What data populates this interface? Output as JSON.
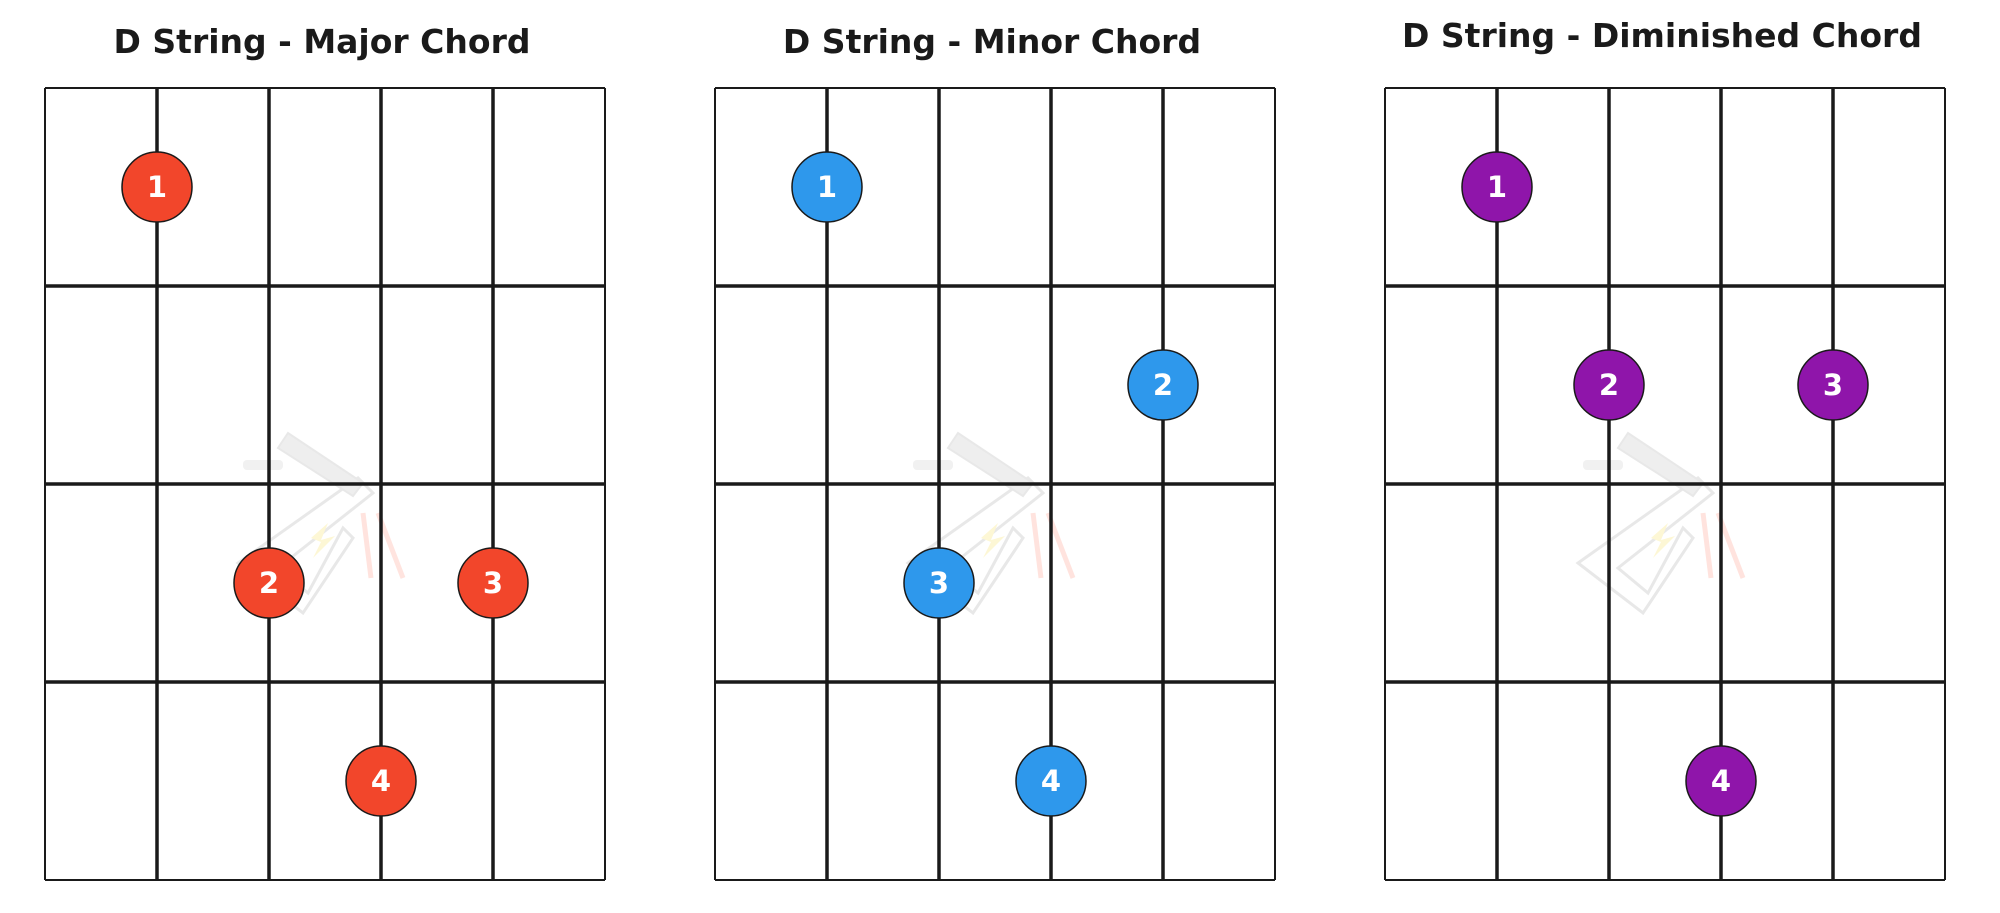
{
  "colors": {
    "major": "#f2462b",
    "minor": "#2e98ec",
    "diminished": "#8f15aa",
    "grid": "#1a1a1a",
    "background": "#ffffff"
  },
  "diagrams": [
    {
      "title": "D String - Major Chord",
      "color_key": "major",
      "fingers": [
        {
          "label": "1",
          "string": 2,
          "fret": 1
        },
        {
          "label": "2",
          "string": 3,
          "fret": 3
        },
        {
          "label": "3",
          "string": 5,
          "fret": 3
        },
        {
          "label": "4",
          "string": 4,
          "fret": 4
        }
      ]
    },
    {
      "title": "D String - Minor Chord",
      "color_key": "minor",
      "fingers": [
        {
          "label": "1",
          "string": 2,
          "fret": 1
        },
        {
          "label": "2",
          "string": 5,
          "fret": 2
        },
        {
          "label": "3",
          "string": 3,
          "fret": 3
        },
        {
          "label": "4",
          "string": 4,
          "fret": 4
        }
      ]
    },
    {
      "title": "D String - Diminished Chord",
      "color_key": "diminished",
      "fingers": [
        {
          "label": "1",
          "string": 2,
          "fret": 1
        },
        {
          "label": "2",
          "string": 3,
          "fret": 2
        },
        {
          "label": "3",
          "string": 5,
          "fret": 2
        },
        {
          "label": "4",
          "string": 4,
          "fret": 4
        }
      ]
    }
  ],
  "watermark_icon": "electric-guitar-icon"
}
